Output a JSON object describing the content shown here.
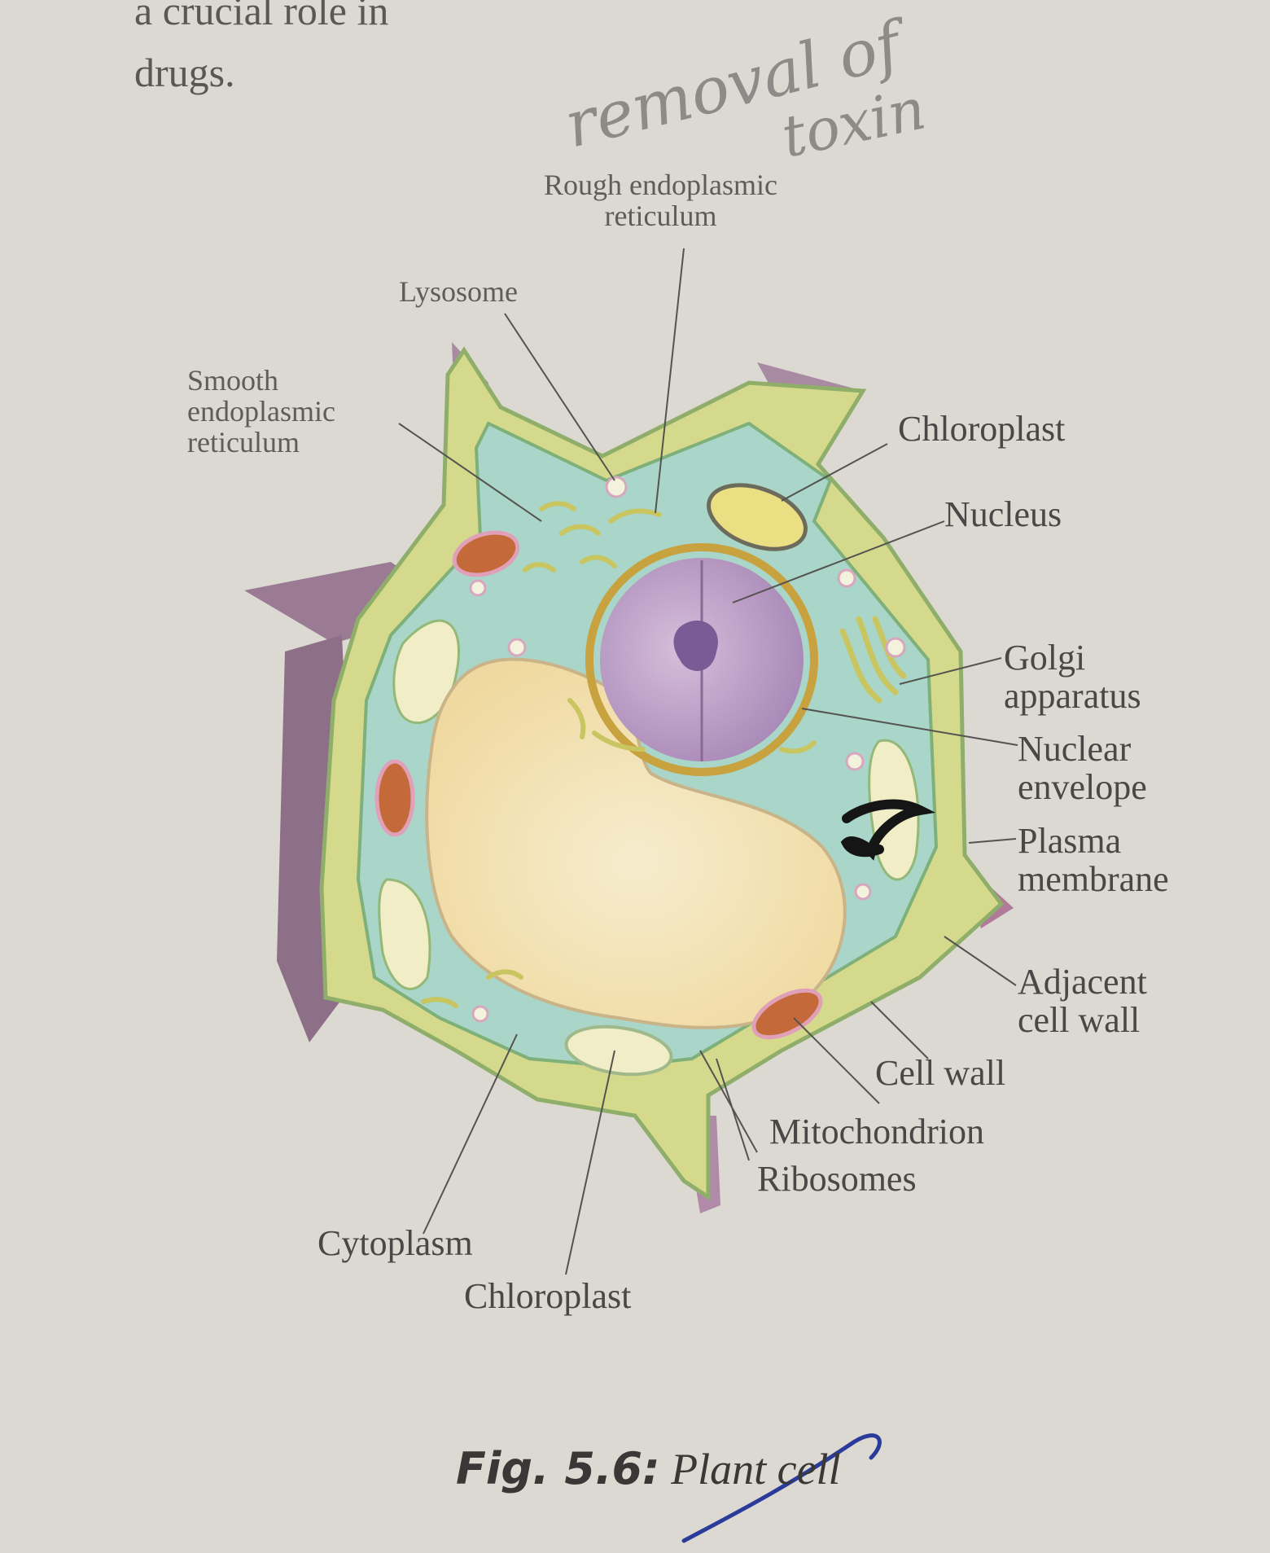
{
  "page_text": {
    "line1": "a crucial role in",
    "line2": "drugs."
  },
  "annotations": {
    "handwritten_1": "removal of",
    "handwritten_2": "toxin"
  },
  "labels": {
    "rough_er": "Rough endoplasmic\nreticulum",
    "lysosome": "Lysosome",
    "smooth_er": "Smooth\nendoplasmic\nreticulum",
    "chloroplast_top": "Chloroplast",
    "nucleus": "Nucleus",
    "golgi": "Golgi\napparatus",
    "nuclear_envelope": "Nuclear\nenvelope",
    "plasma_membrane": "Plasma\nmembrane",
    "adjacent_cell_wall": "Adjacent\ncell wall",
    "cell_wall": "Cell wall",
    "mitochondrion": "Mitochondrion",
    "ribosomes": "Ribosomes",
    "cytoplasm": "Cytoplasm",
    "chloroplast_bottom": "Chloroplast"
  },
  "caption": {
    "figure": "Fig. 5.6:",
    "title": "Plant cell"
  },
  "colors": {
    "paper": "#dcd9d2",
    "cytoplasm": "#a9d6c8",
    "cell_wall": "#d7d98a",
    "adjacent_wall": "#9c7e96",
    "vacuole": "#f2e2b0",
    "nucleus": "#bfa2c8",
    "mitochondrion": "#c46a3a",
    "leader_lines": "#555350"
  }
}
